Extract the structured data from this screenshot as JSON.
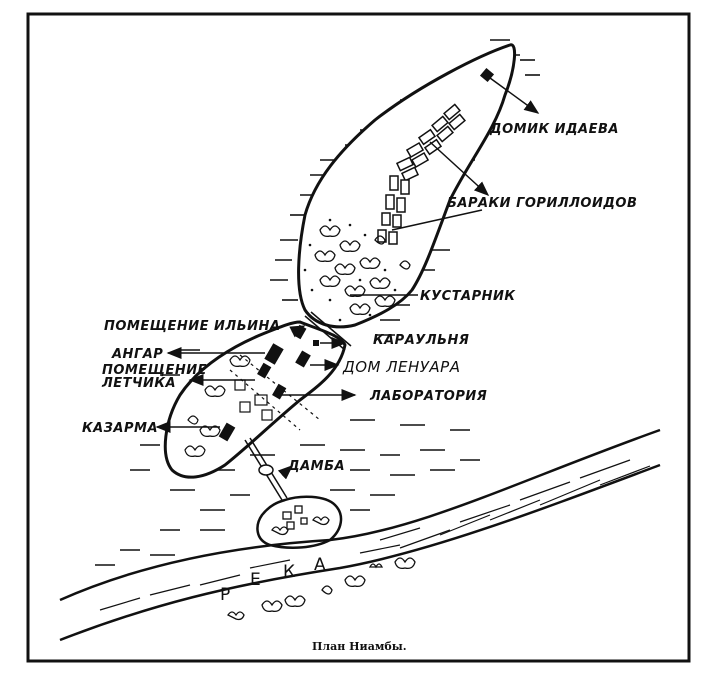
{
  "caption": "План Ниамбы.",
  "labels": {
    "idaev_house": "ДОМИК ИДАЕВА",
    "gorilloid_barracks": "БАРАКИ ГОРИЛЛОИДОВ",
    "shrubs": "КУСТАРНИК",
    "ilyin_room": "ПОМЕЩЕНИЕ ИЛЬИНА",
    "guardhouse": "КАРАУЛЬНЯ",
    "hangar": "АНГАР",
    "lenoir_house": "ДОМ ЛЕНУАРА",
    "pilot_room_1": "ПОМЕЩЕНИЕ",
    "pilot_room_2": "ЛЕТЧИКА",
    "laboratory": "ЛАБОРАТОРИЯ",
    "barracks": "КАЗАРМА",
    "dam": "ДАМБА",
    "river": [
      "Р",
      "Е",
      "К",
      "А"
    ]
  },
  "colors": {
    "ink": "#111111",
    "paper": "#ffffff"
  }
}
